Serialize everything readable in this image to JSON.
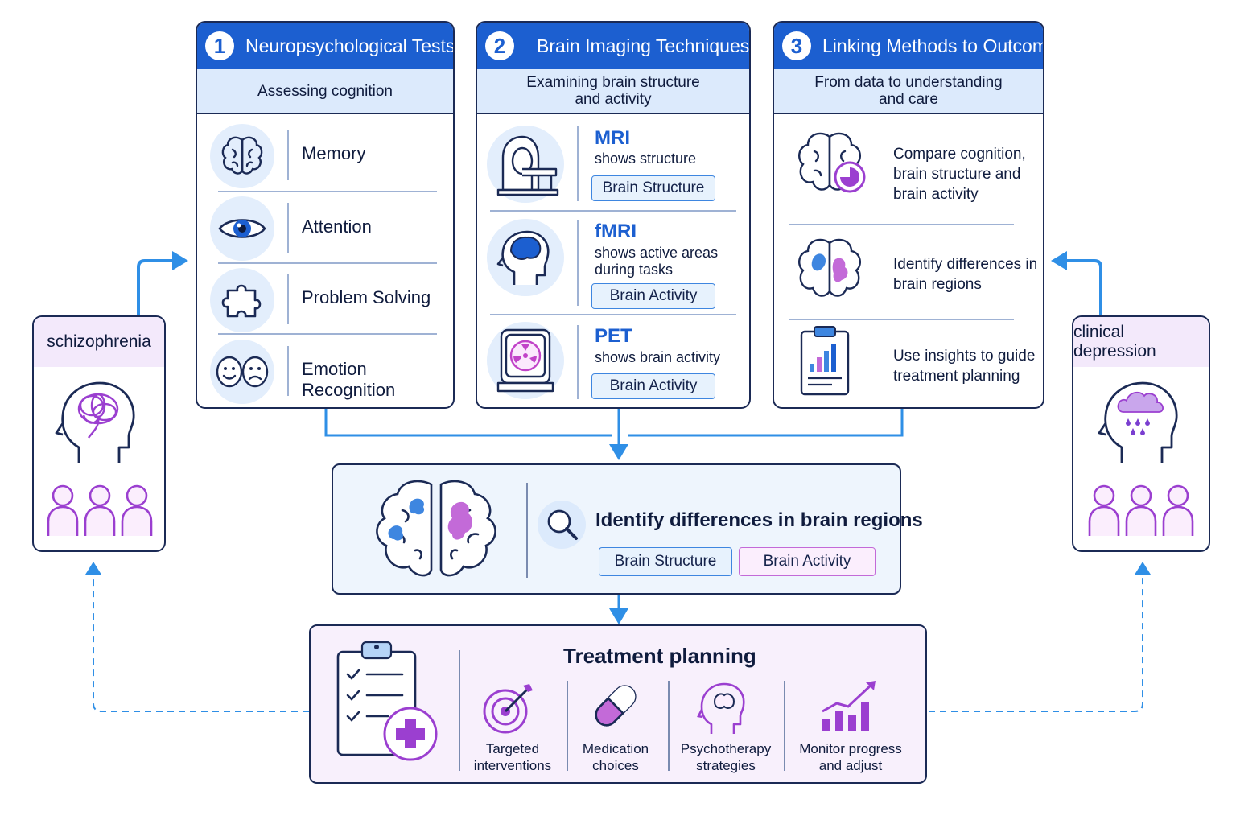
{
  "panels": [
    {
      "number": "1",
      "title": "Neuropsychological Tests",
      "subtitle": "Assessing cognition",
      "items": [
        {
          "label": "Memory",
          "icon": "brain-icon"
        },
        {
          "label": "Attention",
          "icon": "eye-icon"
        },
        {
          "label": "Problem Solving",
          "icon": "puzzle-icon"
        },
        {
          "label": "Emotion Recognition",
          "icon": "faces-icon"
        }
      ]
    },
    {
      "number": "2",
      "title": "Brain Imaging Techniques",
      "subtitle_line1": "Examining brain structure",
      "subtitle_line2": "and activity",
      "techniques": [
        {
          "name": "MRI",
          "desc_line1": "shows structure",
          "desc_line2": "",
          "tag": "Brain Structure",
          "icon": "mri-scanner-icon"
        },
        {
          "name": "fMRI",
          "desc_line1": "shows active areas",
          "desc_line2": "during tasks",
          "tag": "Brain Activity",
          "icon": "head-brain-icon"
        },
        {
          "name": "PET",
          "desc_line1": "shows brain activity",
          "desc_line2": "",
          "tag": "Brain Activity",
          "icon": "pet-scanner-icon"
        }
      ]
    },
    {
      "number": "3",
      "title": "Linking Methods to Outcomes",
      "subtitle_line1": "From data to understanding",
      "subtitle_line2": "and care",
      "items": [
        {
          "line1": "Compare cognition,",
          "line2": "brain structure and",
          "line3": "brain activity",
          "icon": "brain-chart-icon"
        },
        {
          "line1": "Identify differences in",
          "line2": "brain regions",
          "line3": "",
          "icon": "brain-regions-icon"
        },
        {
          "line1": "Use insights to guide",
          "line2": "treatment planning",
          "line3": "",
          "icon": "clipboard-chart-icon"
        }
      ]
    }
  ],
  "side_cards": {
    "left": {
      "title": "schizophrenia",
      "icon": "tangled-head-icon"
    },
    "right": {
      "title": "clinical depression",
      "icon": "cloud-head-icon"
    }
  },
  "middle": {
    "title": "Identify differences in brain regions",
    "tags": [
      "Brain Structure",
      "Brain Activity"
    ]
  },
  "treatment": {
    "title": "Treatment planning",
    "items": [
      {
        "line1": "Targeted",
        "line2": "interventions",
        "icon": "target-icon"
      },
      {
        "line1": "Medication",
        "line2": "choices",
        "icon": "pill-icon"
      },
      {
        "line1": "Psychotherapy",
        "line2": "strategies",
        "icon": "head-brain-icon"
      },
      {
        "line1": "Monitor progress",
        "line2": "and adjust",
        "icon": "bar-chart-icon"
      }
    ]
  },
  "colors": {
    "primary_blue": "#1c5fd0",
    "light_blue": "#dceafc",
    "accent_purple": "#9b3fd0",
    "light_purple": "#f3e9fb",
    "connector": "#2f8fe6",
    "outline": "#1b2a55"
  }
}
